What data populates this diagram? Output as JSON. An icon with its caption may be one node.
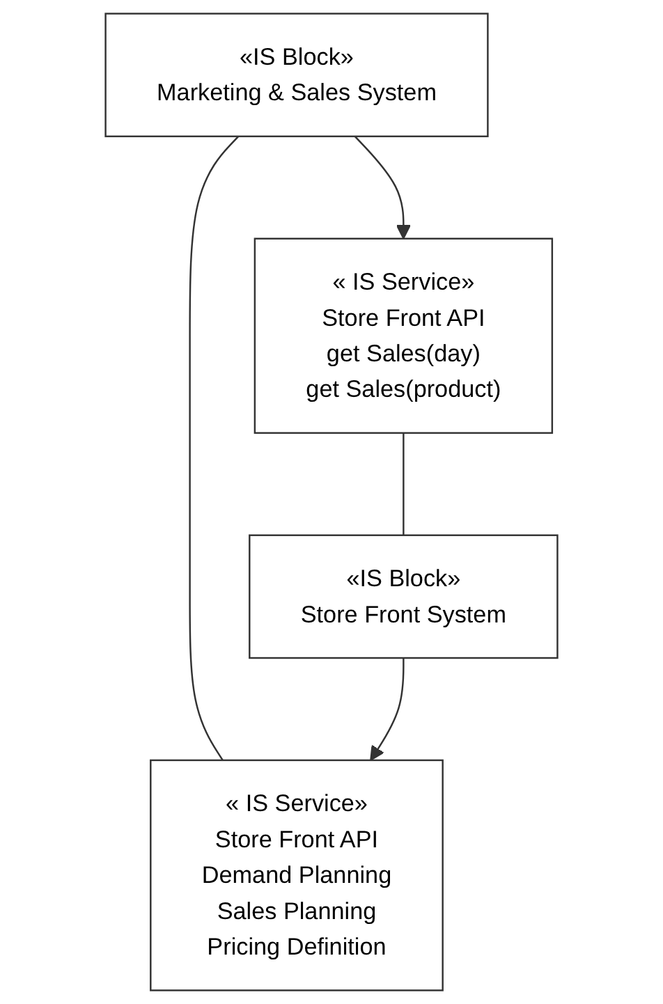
{
  "diagram": {
    "nodes": [
      {
        "text": [
          "«IS Block»",
          "Marketing & Sales System"
        ]
      },
      {
        "text": [
          "« IS Service»",
          "Store Front API",
          "Demand Planning",
          "Sales Planning",
          "Pricing Definition"
        ]
      },
      {
        "text": [
          "« IS Service»",
          "Store Front API",
          "get Sales(day)",
          "get Sales(product)"
        ]
      },
      {
        "text": [
          "«IS Block»",
          "Store Front System"
        ]
      }
    ],
    "edges": [
      {
        "from": 0,
        "to": 1,
        "arrow": "none"
      },
      {
        "from": 0,
        "to": 2,
        "arrow": "to"
      },
      {
        "from": 3,
        "to": 1,
        "arrow": "to"
      },
      {
        "from": 2,
        "to": 3,
        "arrow": "none"
      }
    ]
  }
}
